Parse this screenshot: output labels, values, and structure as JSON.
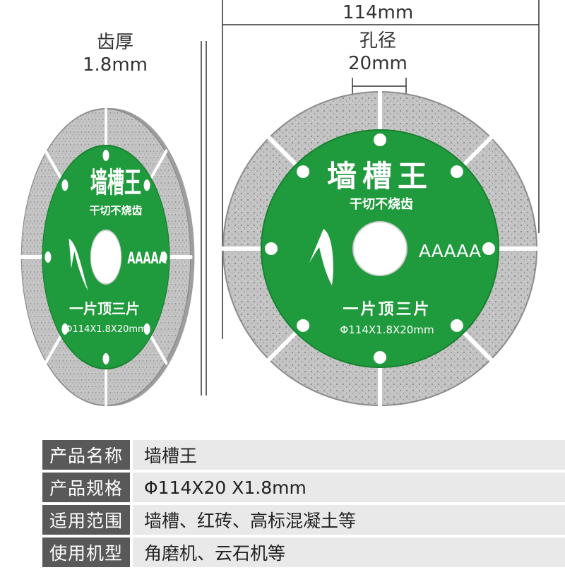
{
  "dimensions": {
    "tooth_thickness_name": "齿厚",
    "tooth_thickness_value": "1.8mm",
    "outer_diameter": "114mm",
    "bore_name": "孔径",
    "bore_value": "20mm"
  },
  "blade_label": {
    "brand": "墙槽王",
    "slogan": "干切不烧齿",
    "grade": "AAAAA",
    "tagline": "一片顶三片",
    "size_code": "Φ114X1.8X20mm"
  },
  "colors": {
    "blade_green": "#1f9a3c",
    "segment_silver": "#b8b8b8",
    "key_cell": "#595959",
    "value_cell": "#e9e9e9"
  },
  "specs": [
    {
      "key": "产品名称",
      "value": "墙槽王"
    },
    {
      "key": "产品规格",
      "value": "Φ114X20 X1.8mm"
    },
    {
      "key": "适用范围",
      "value": "墙槽、红砖、高标混凝土等"
    },
    {
      "key": "使用机型",
      "value": "角磨机、云石机等"
    }
  ]
}
